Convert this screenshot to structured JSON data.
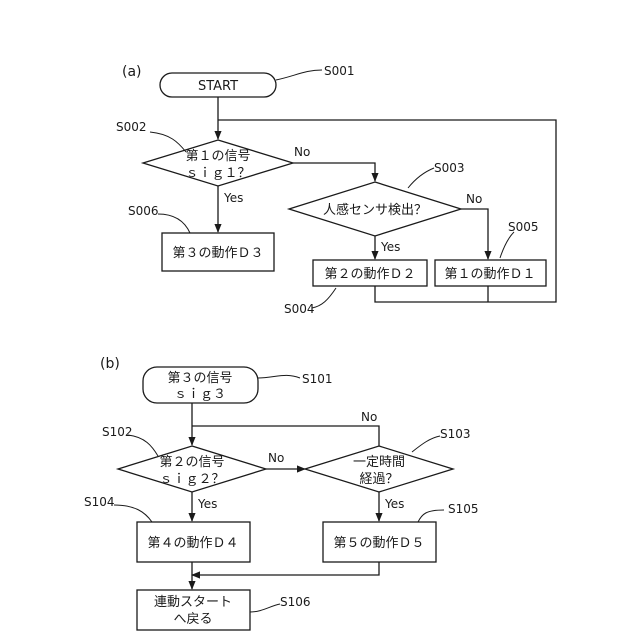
{
  "panel_a": {
    "label": "(a)",
    "start": {
      "text": "START",
      "ref": "S001"
    },
    "decision1": {
      "line1": "第１の信号",
      "line2": "ｓｉｇ１？",
      "ref": "S002"
    },
    "decision2": {
      "text": "人感センサ検出？",
      "ref": "S003"
    },
    "process_d3": {
      "text": "第３の動作Ｄ３",
      "ref": "S006"
    },
    "process_d2": {
      "text": "第２の動作Ｄ２",
      "ref": "S004"
    },
    "process_d1": {
      "text": "第１の動作Ｄ１",
      "ref": "S005"
    },
    "yes1": "Yes",
    "no1": "No",
    "yes2": "Yes",
    "no2": "No"
  },
  "panel_b": {
    "label": "(b)",
    "start": {
      "line1": "第３の信号",
      "line2": "ｓｉｇ３",
      "ref": "S101"
    },
    "decision1": {
      "line1": "第２の信号",
      "line2": "ｓｉｇ２？",
      "ref": "S102"
    },
    "decision2": {
      "line1": "一定時間",
      "line2": "経過？",
      "ref": "S103"
    },
    "process_d4": {
      "text": "第４の動作Ｄ４",
      "ref": "S104"
    },
    "process_d5": {
      "text": "第５の動作Ｄ５",
      "ref": "S105"
    },
    "end": {
      "line1": "連動スタート",
      "line2": "へ戻る",
      "ref": "S106"
    },
    "yes1": "Yes",
    "no1": "No",
    "yes2": "Yes",
    "no2": "No"
  }
}
